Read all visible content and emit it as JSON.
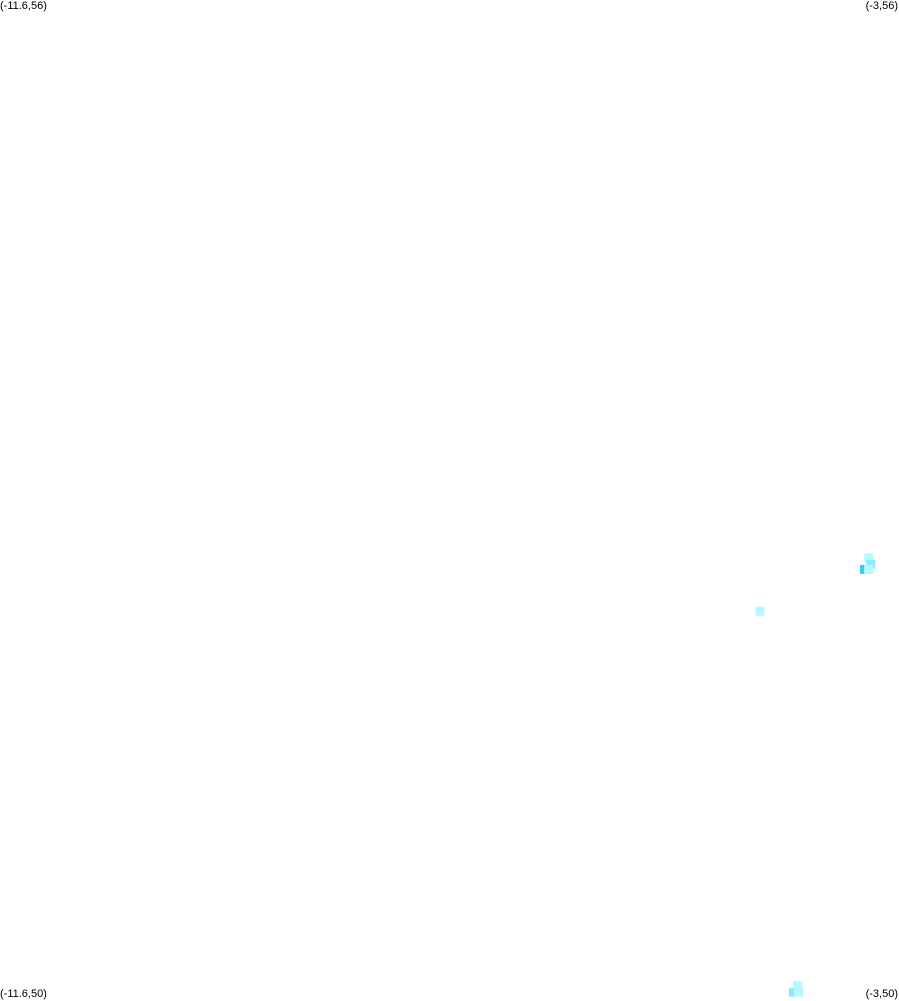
{
  "corners": {
    "top_left": "(-11.6,56)",
    "top_right": "(-3,56)",
    "bottom_left": "(-11.6,50)",
    "bottom_right": "(-3,50)"
  },
  "extent": {
    "lon_min": -11.6,
    "lon_max": -3,
    "lat_min": 50,
    "lat_max": 56
  },
  "colors": {
    "background": "#ffffff",
    "cell_light": "#b6f8fd",
    "cell_mid": "#8cecfb",
    "cell_dark": "#3cc8f0"
  },
  "cells": [
    {
      "lon": -3.29,
      "lat": 52.65,
      "shade": "cell_light"
    },
    {
      "lon": -3.27,
      "lat": 52.61,
      "shade": "cell_mid"
    },
    {
      "lon": -3.33,
      "lat": 52.58,
      "shade": "cell_dark"
    },
    {
      "lon": -3.29,
      "lat": 52.58,
      "shade": "cell_light"
    },
    {
      "lon": -4.33,
      "lat": 52.33,
      "shade": "cell_light"
    },
    {
      "lon": -3.97,
      "lat": 50.08,
      "shade": "cell_light"
    },
    {
      "lon": -4.01,
      "lat": 50.04,
      "shade": "cell_mid"
    },
    {
      "lon": -3.96,
      "lat": 50.04,
      "shade": "cell_light"
    }
  ]
}
